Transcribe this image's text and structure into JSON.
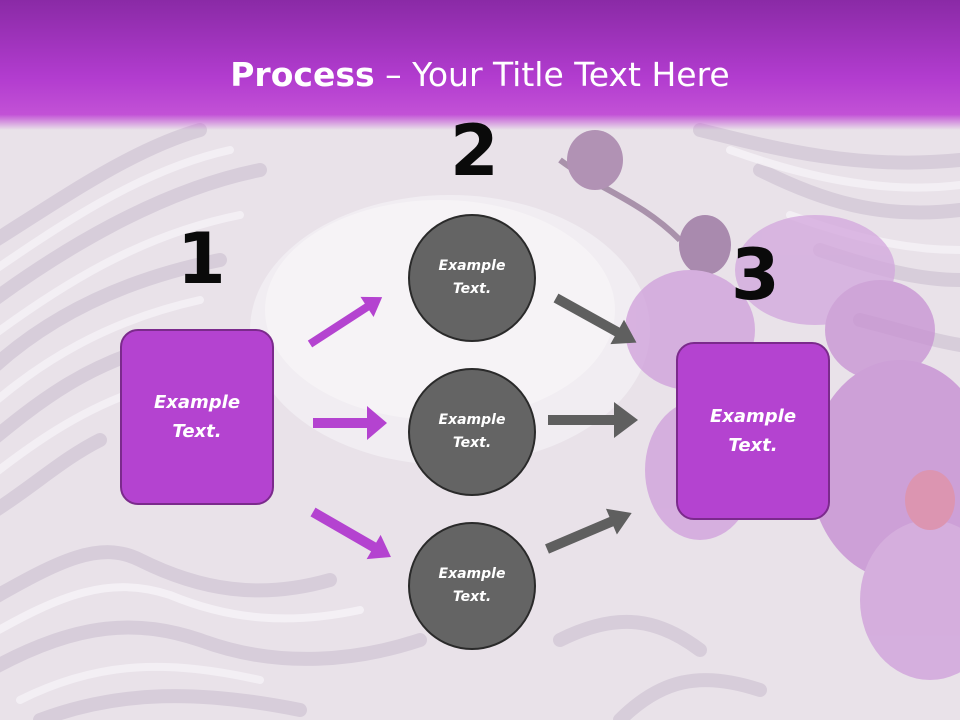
{
  "slide": {
    "title_bold": "Process",
    "title_rest": " – Your Title Text Here"
  },
  "steps": {
    "step1": {
      "number": "1",
      "text": "Example Text."
    },
    "step2": {
      "number": "2",
      "nodes": [
        "Example Text.",
        "Example Text.",
        "Example Text."
      ]
    },
    "step3": {
      "number": "3",
      "text": "Example Text."
    }
  },
  "colors": {
    "header": "#b23ccf",
    "box_fill": "#b443d0",
    "circle_fill": "#646464",
    "arrow_left": "#b443d0",
    "arrow_right": "#5f5f5f"
  }
}
